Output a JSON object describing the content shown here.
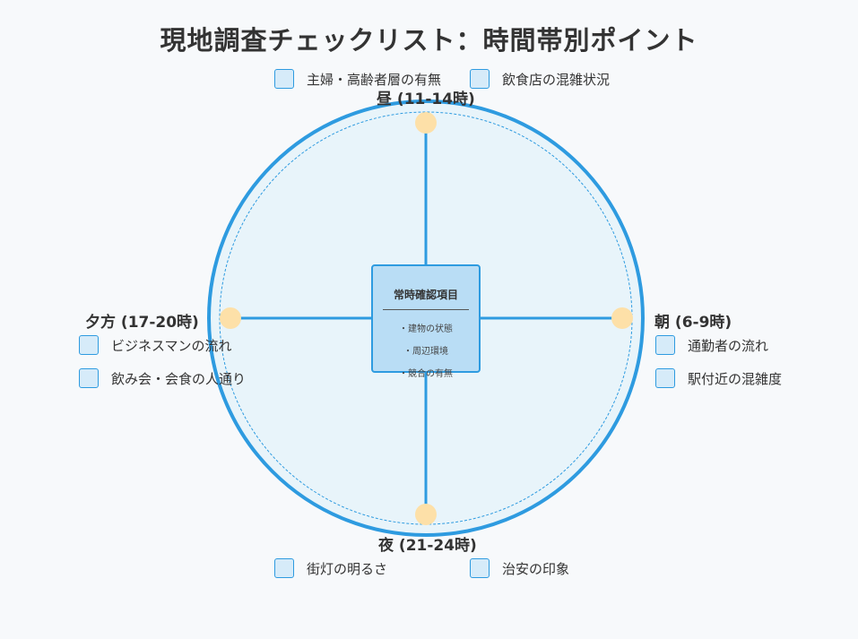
{
  "title": "現地調査チェックリスト：時間帯別ポイント",
  "colors": {
    "accent": "#2e9be0",
    "circle_fill": "#e8f4fa",
    "marker": "#fde0a8",
    "center_fill": "#b9ddf5",
    "checkbox_fill": "#d6ebf9"
  },
  "center": {
    "title": "常時確認項目",
    "items": [
      "・建物の状態",
      "・周辺環境",
      "・競合の有無"
    ]
  },
  "periods": {
    "noon": {
      "label": "昼 (11-14時)",
      "items": [
        "主婦・高齢者層の有無",
        "飲食店の混雑状況"
      ]
    },
    "morning": {
      "label": "朝 (6-9時)",
      "items": [
        "通勤者の流れ",
        "駅付近の混雑度"
      ]
    },
    "evening": {
      "label": "夕方 (17-20時)",
      "items": [
        "ビジネスマンの流れ",
        "飲み会・会食の人通り"
      ]
    },
    "night": {
      "label": "夜 (21-24時)",
      "items": [
        "街灯の明るさ",
        "治安の印象"
      ]
    }
  }
}
